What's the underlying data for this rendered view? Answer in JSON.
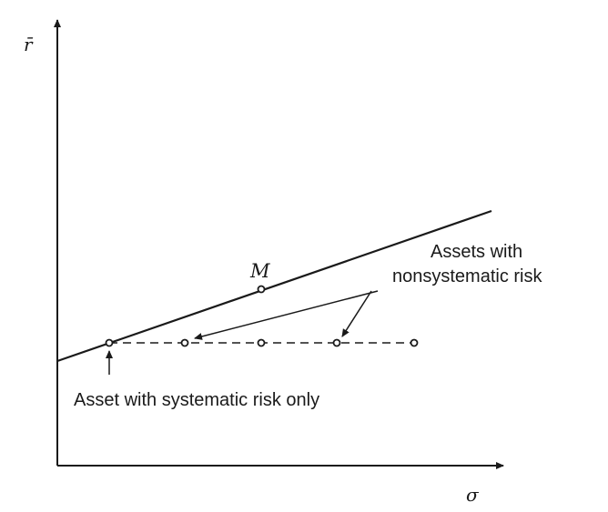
{
  "axes": {
    "y_label": "r̄",
    "x_label": "σ"
  },
  "points": {
    "market_label": "M"
  },
  "annotations": {
    "nonsystematic_line1": "Assets with",
    "nonsystematic_line2": "nonsystematic risk",
    "systematic_only": "Asset with systematic risk only"
  },
  "colors": {
    "ink": "#1a1a1a",
    "background": "#ffffff"
  }
}
